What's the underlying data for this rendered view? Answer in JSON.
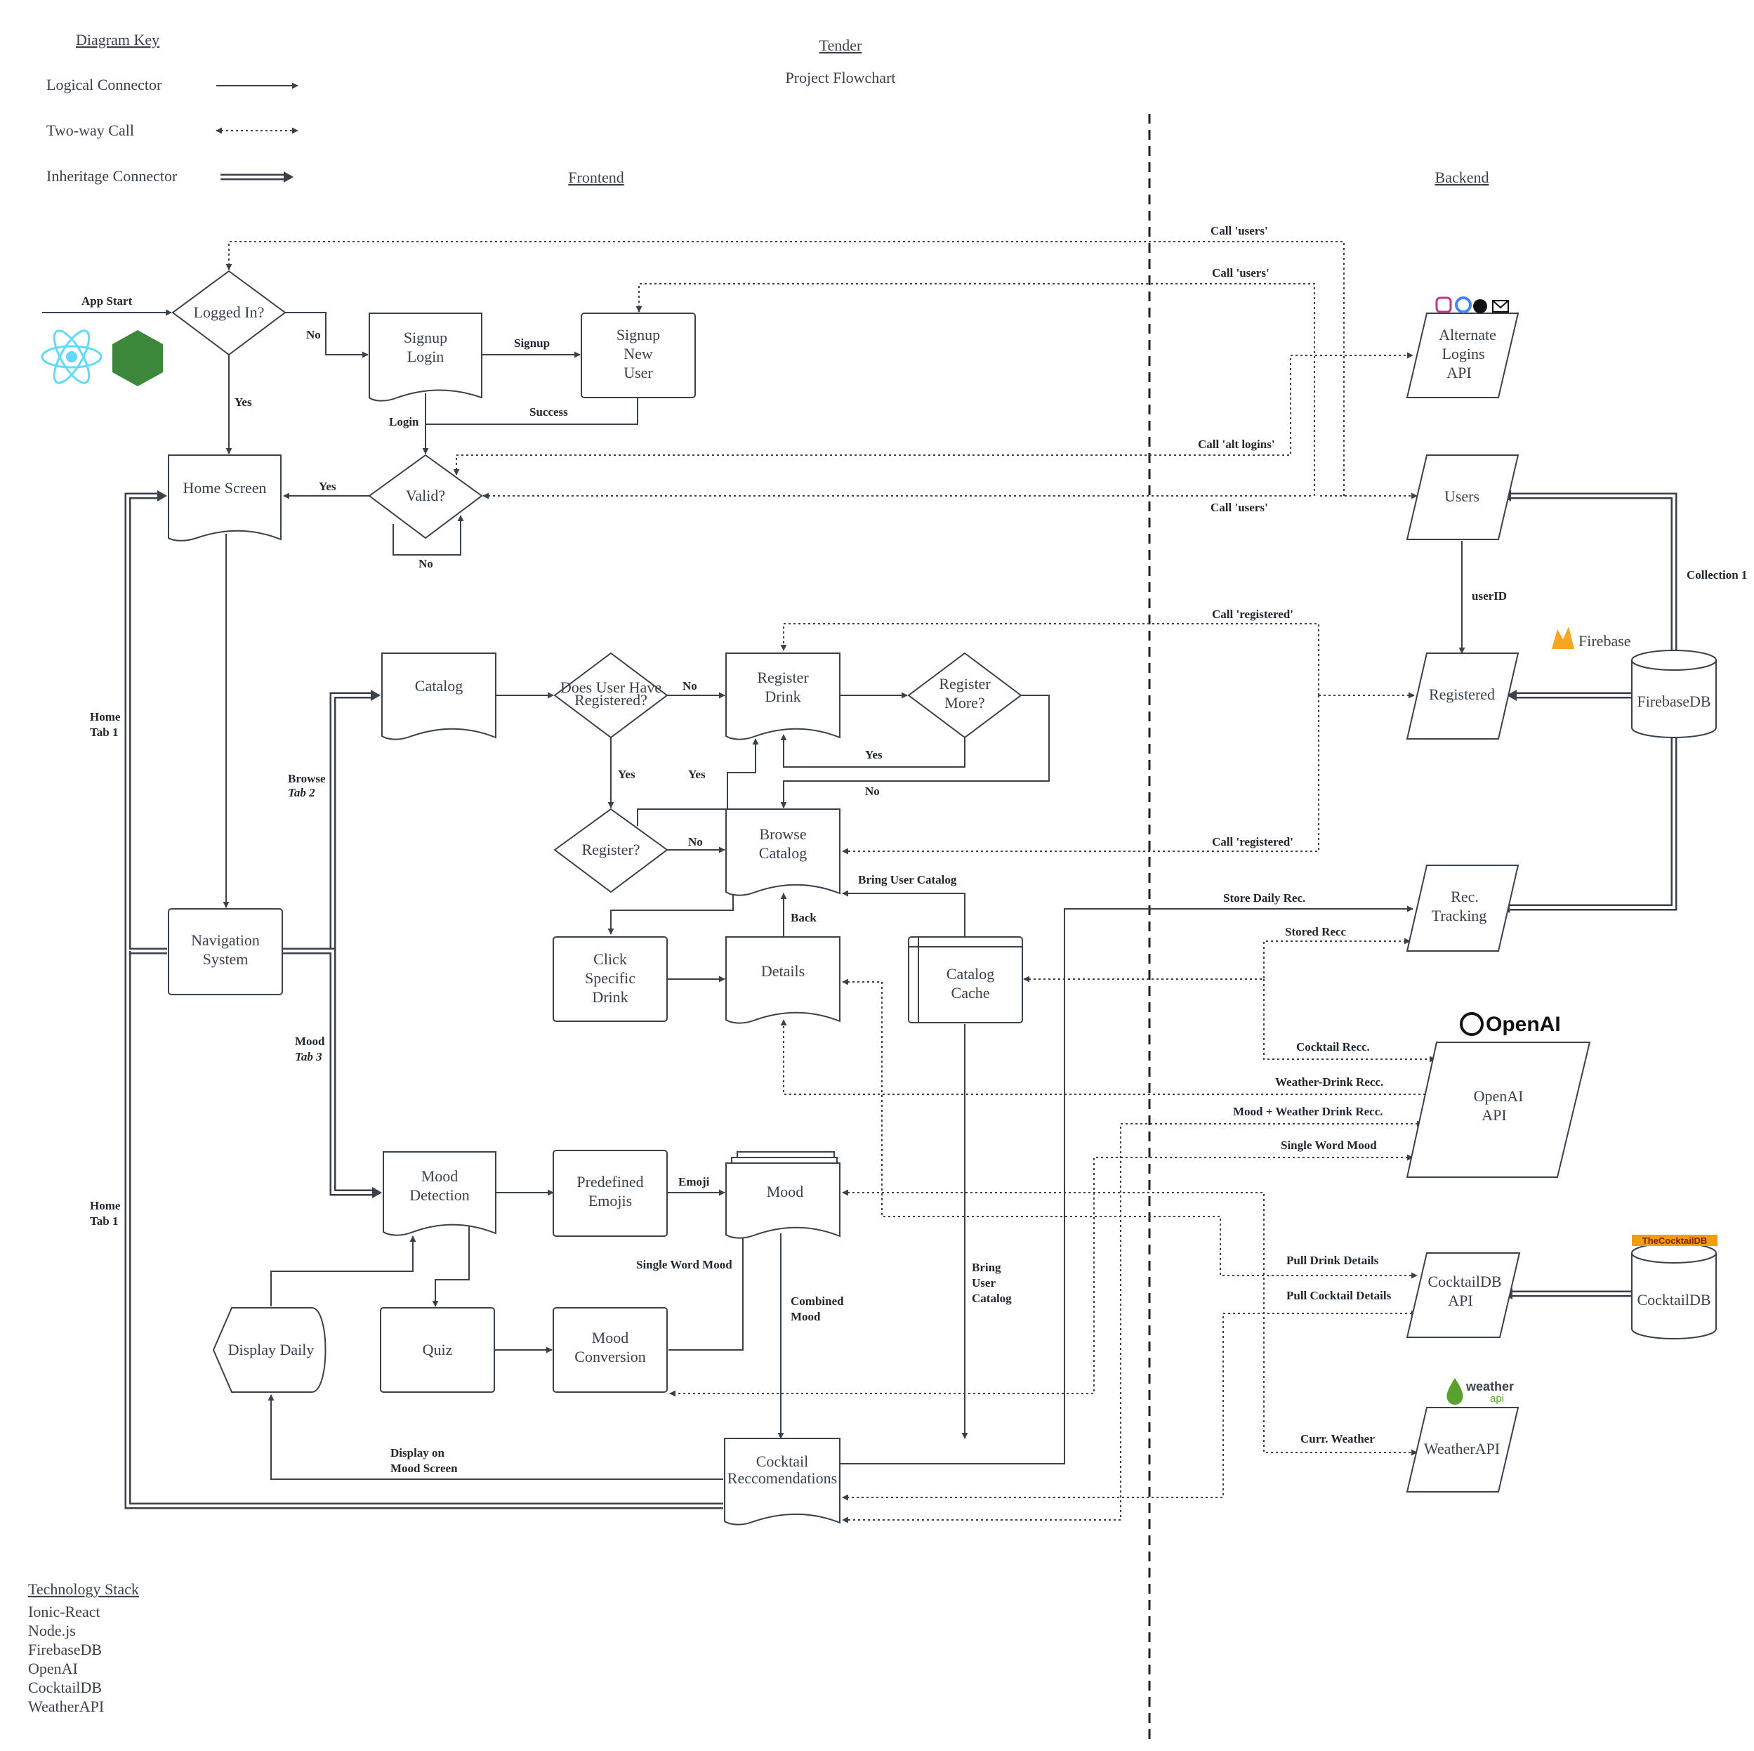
{
  "header": {
    "title": "Tender",
    "subtitle": "Project Flowchart"
  },
  "key": {
    "heading": "Diagram Key",
    "logical": "Logical Connector",
    "twoway": "Two-way Call",
    "inherit": "Inheritage Connector"
  },
  "sections": {
    "frontend": "Frontend",
    "backend": "Backend"
  },
  "nodes": {
    "logged_in": "Logged In?",
    "signup_login": [
      "Signup",
      "Login"
    ],
    "signup_new_user": [
      "Signup",
      "New",
      "User"
    ],
    "home_screen": "Home Screen",
    "valid": "Valid?",
    "catalog": "Catalog",
    "does_user_have_registered": [
      "Does User Have",
      "Registered?"
    ],
    "register_drink": [
      "Register",
      "Drink"
    ],
    "register_more": [
      "Register",
      "More?"
    ],
    "register_q": "Register?",
    "browse_catalog": [
      "Browse",
      "Catalog"
    ],
    "click_specific": [
      "Click",
      "Specific",
      "Drink"
    ],
    "details": "Details",
    "catalog_cache": [
      "Catalog",
      "Cache"
    ],
    "navigation": [
      "Navigation",
      "System"
    ],
    "mood_detection": [
      "Mood",
      "Detection"
    ],
    "predefined_emojis": [
      "Predefined",
      "Emojis"
    ],
    "mood": "Mood",
    "display_daily": "Display Daily",
    "quiz": "Quiz",
    "mood_conversion": [
      "Mood",
      "Conversion"
    ],
    "cocktail_recs": [
      "Cocktail",
      "Reccomendations"
    ],
    "alt_logins": [
      "Alternate",
      "Logins",
      "API"
    ],
    "users": "Users",
    "registered": "Registered",
    "firebasedb": "FirebaseDB",
    "rec_tracking": [
      "Rec.",
      "Tracking"
    ],
    "openai_api": [
      "OpenAI",
      "API"
    ],
    "cocktaildb_api": [
      "CocktailDB",
      "API"
    ],
    "cocktaildb": "CocktailDB",
    "weatherapi": "WeatherAPI"
  },
  "logos": {
    "firebase": "Firebase",
    "openai": "OpenAI",
    "weather": [
      "weather",
      "api"
    ],
    "cocktaildb": "TheCocktailDB"
  },
  "labels": {
    "app_start": "App Start",
    "no1": "No",
    "signup": "Signup",
    "yes1": "Yes",
    "login": "Login",
    "success": "Success",
    "yes_home": "Yes",
    "no_valid": "No",
    "call_users_top": "Call 'users'",
    "call_users_2": "Call 'users'",
    "call_alt": "Call 'alt logins'",
    "call_users_3": "Call 'users'",
    "userid": "userID",
    "collection1": "Collection 1",
    "call_registered_1": "Call 'registered'",
    "call_registered_2": "Call 'registered'",
    "home_tab1_a": [
      "Home",
      "Tab 1"
    ],
    "browse_tab2": [
      "Browse",
      "Tab 2"
    ],
    "no_reg": "No",
    "yes_reg": "Yes",
    "yes_reg2": "Yes",
    "yes_more": "Yes",
    "no_more": "No",
    "no_register": "No",
    "bring_user_catalog": "Bring User Catalog",
    "back": "Back",
    "store_daily": "Store Daily Rec.",
    "stored_recc": "Stored Recc",
    "cocktail_recc": "Cocktail Recc.",
    "weather_drink": "Weather-Drink Recc.",
    "mood_weather": "Mood + Weather Drink Recc.",
    "single_word_mood": "Single Word Mood",
    "mood_tab3": [
      "Mood",
      "Tab 3"
    ],
    "home_tab1_b": [
      "Home",
      "Tab 1"
    ],
    "emoji": "Emoji",
    "single_word_mood_2": "Single Word Mood",
    "combined_mood": [
      "Combined",
      "Mood"
    ],
    "bring_user_catalog_2": [
      "Bring",
      "User",
      "Catalog"
    ],
    "pull_drink_details": "Pull Drink Details",
    "pull_cocktail_details": "Pull Cocktail Details",
    "curr_weather": "Curr. Weather",
    "display_mood_screen": [
      "Display on",
      "Mood Screen"
    ]
  },
  "tech_stack": {
    "heading": "Technology Stack",
    "items": [
      "Ionic-React",
      "Node.js",
      "FirebaseDB",
      "OpenAI",
      "CocktailDB",
      "WeatherAPI"
    ]
  },
  "colors": {
    "ink": "#3a414a",
    "react": "#61dafb",
    "node": "#3c873a",
    "firebase": "#f6a623",
    "weather": "#5aa02c",
    "divider": "#222222"
  }
}
